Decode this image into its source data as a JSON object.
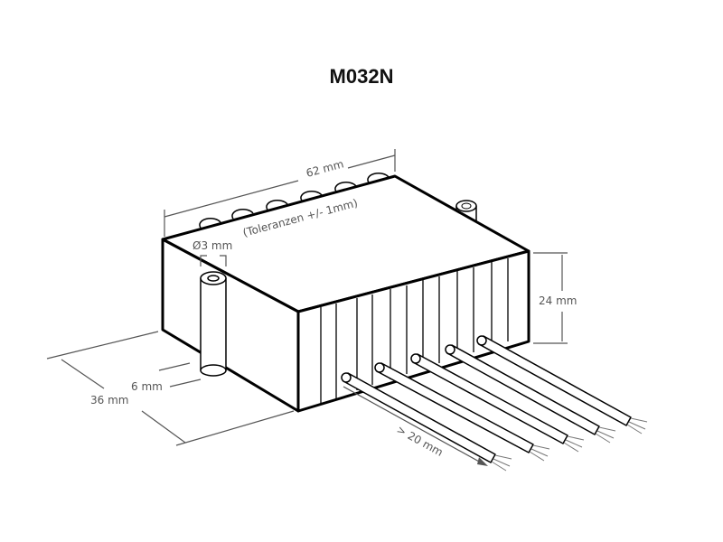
{
  "title": "M032N",
  "dimensions": {
    "length": "62 mm",
    "tolerance": "(Toleranzen +/- 1mm)",
    "hole_diameter": "Ø3 mm",
    "height": "24 mm",
    "depth": "36 mm",
    "tab": "6 mm",
    "wire_length": "> 20 mm"
  }
}
